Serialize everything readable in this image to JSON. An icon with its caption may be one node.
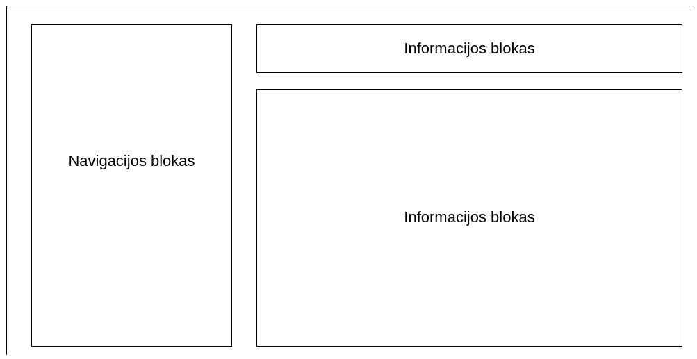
{
  "diagram": {
    "nodes": [
      {
        "text": [],
        "shape": "box"
      },
      {
        "text": [
          "Navigacijos blokas"
        ],
        "in": 0
      },
      {
        "text": [
          "Informacijos blokas"
        ],
        "in": 0
      },
      {
        "text": [
          "Informacijos blokas"
        ],
        "in": 0
      }
    ]
  }
}
